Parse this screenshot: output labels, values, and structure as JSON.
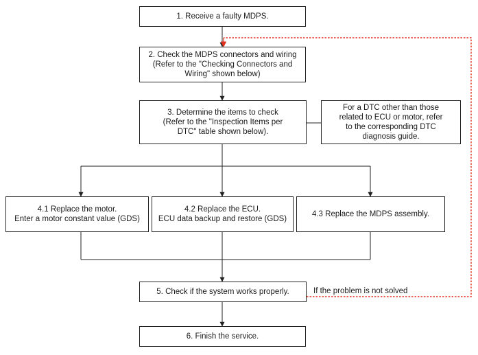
{
  "steps": {
    "s1": "1. Receive a faulty MDPS.",
    "s2": "2. Check the MDPS connectors and wiring\n(Refer to the \"Checking Connectors and\nWiring\" shown below)",
    "s3": "3. Determine the items to check\n(Refer to the \"Inspection Items per\nDTC\" table shown below).",
    "note": "For a DTC other than those\nrelated to ECU or motor, refer\nto the corresponding DTC\ndiagnosis guide.",
    "s41": "4.1 Replace the motor.\nEnter a motor constant value (GDS)",
    "s42": "4.2 Replace the ECU.\nECU data backup and restore (GDS)",
    "s43": "4.3 Replace the MDPS assembly.",
    "s5": "5. Check if the system works properly.",
    "s6": "6. Finish the service."
  },
  "loop_label": "If the problem is not solved",
  "colors": {
    "loop_line": "#e0301e",
    "line": "#222222"
  }
}
